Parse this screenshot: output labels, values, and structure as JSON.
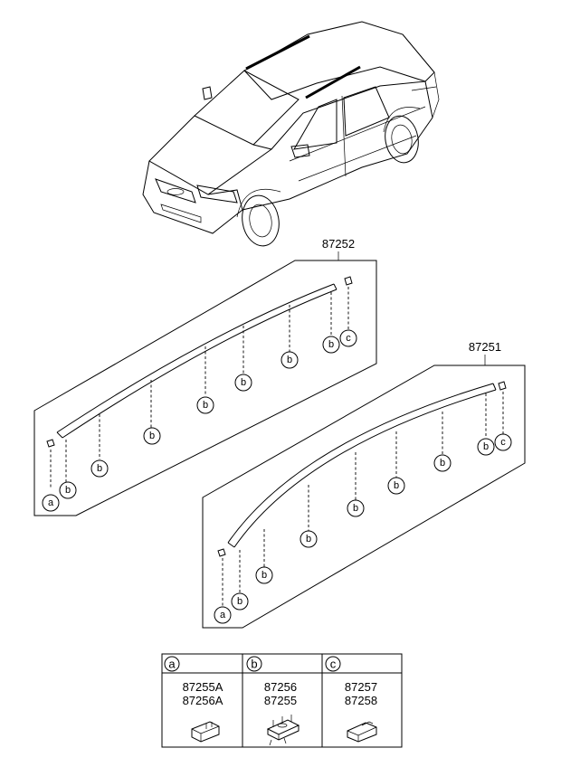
{
  "assemblies": [
    {
      "part_number": "87252"
    },
    {
      "part_number": "87251"
    }
  ],
  "callout_letters": {
    "a": "a",
    "b": "b",
    "c": "c"
  },
  "legend": {
    "columns": [
      {
        "letter": "a",
        "parts": [
          "87255A",
          "87256A"
        ]
      },
      {
        "letter": "b",
        "parts": [
          "87256",
          "87255"
        ]
      },
      {
        "letter": "c",
        "parts": [
          "87257",
          "87258"
        ]
      }
    ]
  }
}
